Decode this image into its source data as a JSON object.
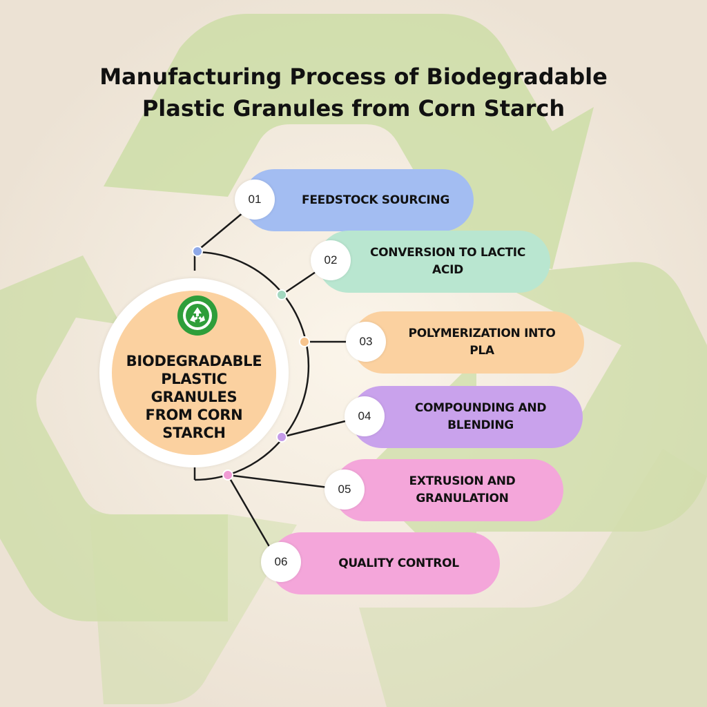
{
  "title": {
    "line1": "Manufacturing Process of Biodegradable",
    "line2": "Plastic Granules from Corn Starch"
  },
  "hub": {
    "lines": [
      "BIODEGRADABLE",
      "PLASTIC GRANULES",
      "FROM CORN",
      "STARCH"
    ],
    "color": "#fbd1a0",
    "badge_icon": "biodegradable-recycle-badge-icon",
    "badge_color": "#2e9e3a"
  },
  "steps": [
    {
      "number": "01",
      "lines": [
        "FEEDSTOCK SOURCING"
      ],
      "color": "#a3bdf2",
      "dot_color": "#8fa9e8"
    },
    {
      "number": "02",
      "lines": [
        "CONVERSION TO LACTIC",
        "ACID"
      ],
      "color": "#b9e6d0",
      "dot_color": "#a2d8c0"
    },
    {
      "number": "03",
      "lines": [
        "POLYMERIZATION INTO",
        "PLA"
      ],
      "color": "#fbd1a0",
      "dot_color": "#f7c48d"
    },
    {
      "number": "04",
      "lines": [
        "COMPOUNDING AND",
        "BLENDING"
      ],
      "color": "#c9a2ec",
      "dot_color": "#c49ae8"
    },
    {
      "number": "05",
      "lines": [
        "EXTRUSION AND",
        "GRANULATION"
      ],
      "color": "#f4a6da",
      "dot_color": "#f09bd4"
    },
    {
      "number": "06",
      "lines": [
        "QUALITY CONTROL"
      ],
      "color": "#f4a6da",
      "dot_color": "#f09bd4"
    }
  ],
  "colors": {
    "background": "#efe6da",
    "recycle_arrows": "#c9dca0",
    "connector_line": "#1a1a1a"
  }
}
